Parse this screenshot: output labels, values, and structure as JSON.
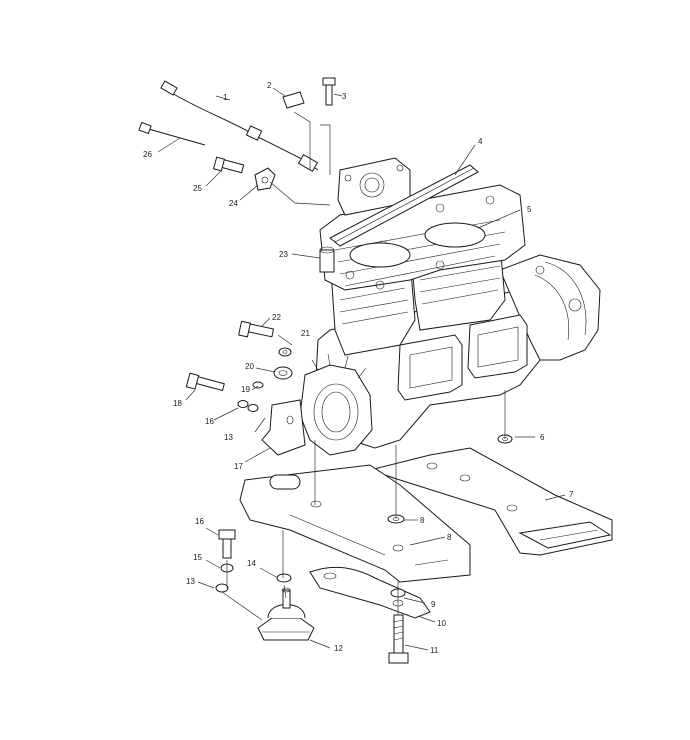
{
  "callouts": [
    {
      "id": "c1",
      "text": "1"
    },
    {
      "id": "c2",
      "text": "2"
    },
    {
      "id": "c3",
      "text": "3"
    },
    {
      "id": "c4",
      "text": "4"
    },
    {
      "id": "c5",
      "text": "5"
    },
    {
      "id": "c6",
      "text": "6"
    },
    {
      "id": "c7",
      "text": "7"
    },
    {
      "id": "c8a",
      "text": "8"
    },
    {
      "id": "c8b",
      "text": "8"
    },
    {
      "id": "c9",
      "text": "9"
    },
    {
      "id": "c10",
      "text": "10"
    },
    {
      "id": "c11",
      "text": "11"
    },
    {
      "id": "c12",
      "text": "12"
    },
    {
      "id": "c13a",
      "text": "13"
    },
    {
      "id": "c13b",
      "text": "13"
    },
    {
      "id": "c14",
      "text": "14"
    },
    {
      "id": "c15",
      "text": "15"
    },
    {
      "id": "c16a",
      "text": "16"
    },
    {
      "id": "c16b",
      "text": "16"
    },
    {
      "id": "c17",
      "text": "17"
    },
    {
      "id": "c18",
      "text": "18"
    },
    {
      "id": "c19",
      "text": "19"
    },
    {
      "id": "c20",
      "text": "20"
    },
    {
      "id": "c21",
      "text": "21"
    },
    {
      "id": "c22",
      "text": "22"
    },
    {
      "id": "c23",
      "text": "23"
    },
    {
      "id": "c24",
      "text": "24"
    },
    {
      "id": "c25",
      "text": "25"
    },
    {
      "id": "c26",
      "text": "26"
    }
  ]
}
